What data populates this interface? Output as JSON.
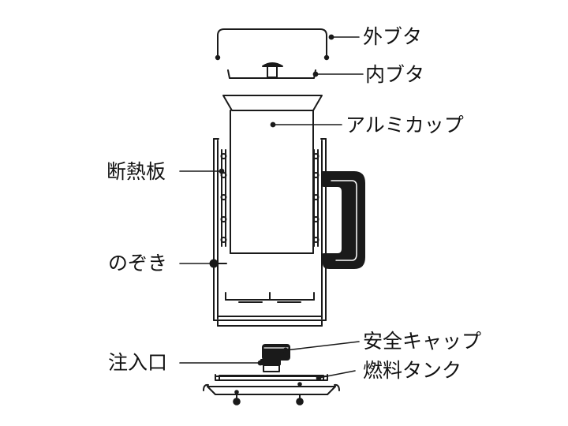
{
  "labels": {
    "outer_lid": "外ブタ",
    "inner_lid": "内ブタ",
    "aluminum_cup": "アルミカップ",
    "insulation_plate": "断熱板",
    "peephole": "のぞき",
    "safety_cap": "安全キャップ",
    "filler_port": "注入口",
    "fuel_tank": "燃料タンク"
  },
  "colors": {
    "ink": "#1a1a1a",
    "text": "#111111",
    "background": "#ffffff"
  }
}
